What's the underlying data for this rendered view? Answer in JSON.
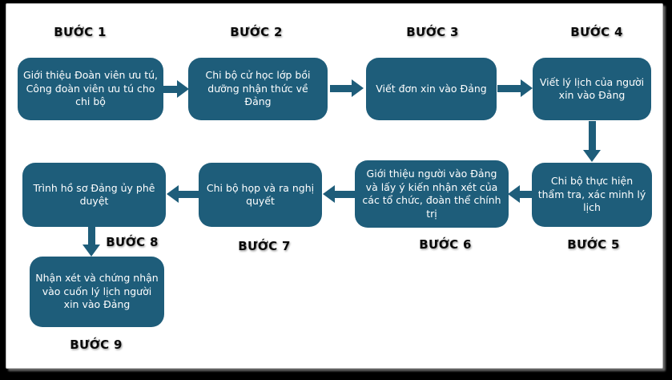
{
  "colors": {
    "frame": "#000000",
    "slide": "#ffffff",
    "box_fill": "#1E5D7A",
    "box_text": "#ffffff",
    "arrow": "#1E5D7A",
    "label": "#0a0a0a"
  },
  "steps": [
    {
      "label": "BƯỚC 1",
      "text": "Giới thiệu Đoàn viên ưu tú, Công đoàn viên ưu tú cho chi bộ"
    },
    {
      "label": "BƯỚC 2",
      "text": "Chi bộ cử học lớp bồi dưỡng nhận thức về Đảng"
    },
    {
      "label": "BƯỚC 3",
      "text": "Viết đơn xin vào Đảng"
    },
    {
      "label": "BƯỚC 4",
      "text": "Viết lý lịch của người xin vào Đảng"
    },
    {
      "label": "BƯỚC 5",
      "text": "Chi bộ thực hiện thẩm tra, xác minh lý lịch"
    },
    {
      "label": "BƯỚC 6",
      "text": "Giới thiệu người vào Đảng và lấy ý kiến nhận xét của các tổ chức, đoàn thể chính trị"
    },
    {
      "label": "BƯỚC 7",
      "text": "Chi bộ họp và ra nghị quyết"
    },
    {
      "label": "BƯỚC 8",
      "text": "Trình hồ sơ Đảng ủy phê duyệt"
    },
    {
      "label": "BƯỚC 9",
      "text": "Nhận xét và chứng nhận vào cuốn lý lịch người xin vào Đảng"
    }
  ],
  "connections": [
    {
      "from": "BƯỚC 1",
      "to": "BƯỚC 2",
      "direction": "right"
    },
    {
      "from": "BƯỚC 2",
      "to": "BƯỚC 3",
      "direction": "right"
    },
    {
      "from": "BƯỚC 3",
      "to": "BƯỚC 4",
      "direction": "right"
    },
    {
      "from": "BƯỚC 4",
      "to": "BƯỚC 5",
      "direction": "down"
    },
    {
      "from": "BƯỚC 5",
      "to": "BƯỚC 6",
      "direction": "left"
    },
    {
      "from": "BƯỚC 6",
      "to": "BƯỚC 7",
      "direction": "left"
    },
    {
      "from": "BƯỚC 7",
      "to": "BƯỚC 8",
      "direction": "left"
    },
    {
      "from": "BƯỚC 8",
      "to": "BƯỚC 9",
      "direction": "down"
    }
  ]
}
